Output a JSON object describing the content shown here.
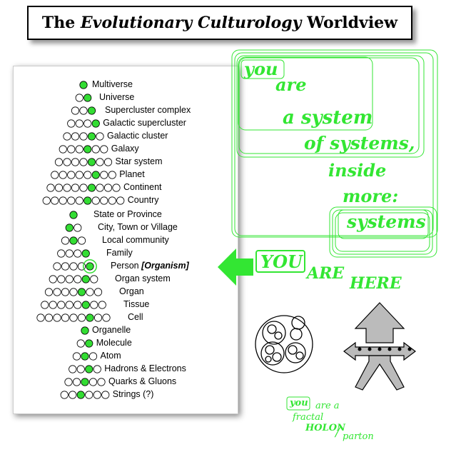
{
  "title": {
    "pre": "The ",
    "em": "Evolutionary Culturology",
    "post": " Worldview"
  },
  "levels": [
    "Multiverse",
    "Universe",
    "Supercluster complex",
    "Galactic supercluster",
    "Galactic cluster",
    "Galaxy",
    "Star system",
    "Planet",
    "Continent",
    "Country",
    "State or Province",
    "City, Town or Village",
    "Local community",
    "Family",
    "Person",
    "Organ system",
    "Organ",
    "Tissue",
    "Cell",
    "Organelle",
    "Molecule",
    "Atom",
    "Hadrons & Electrons",
    "Quarks & Gluons",
    "Strings (?)"
  ],
  "person_tag": "[Organism]",
  "nested_text": [
    "you",
    "are",
    "a system",
    "of systems,",
    "inside",
    "more:",
    "systems"
  ],
  "you_are_here": {
    "you": "YOU",
    "are": "ARE",
    "here": "HERE"
  },
  "holon": {
    "you": "you",
    "are_a": "are a",
    "fractal": "fractal",
    "holon": "HOLON",
    "slash": "/",
    "parton": "parton"
  },
  "colors": {
    "green": "#33e633",
    "node_fill": "#33dd33",
    "arrow_gray": "#bbbbbb"
  }
}
